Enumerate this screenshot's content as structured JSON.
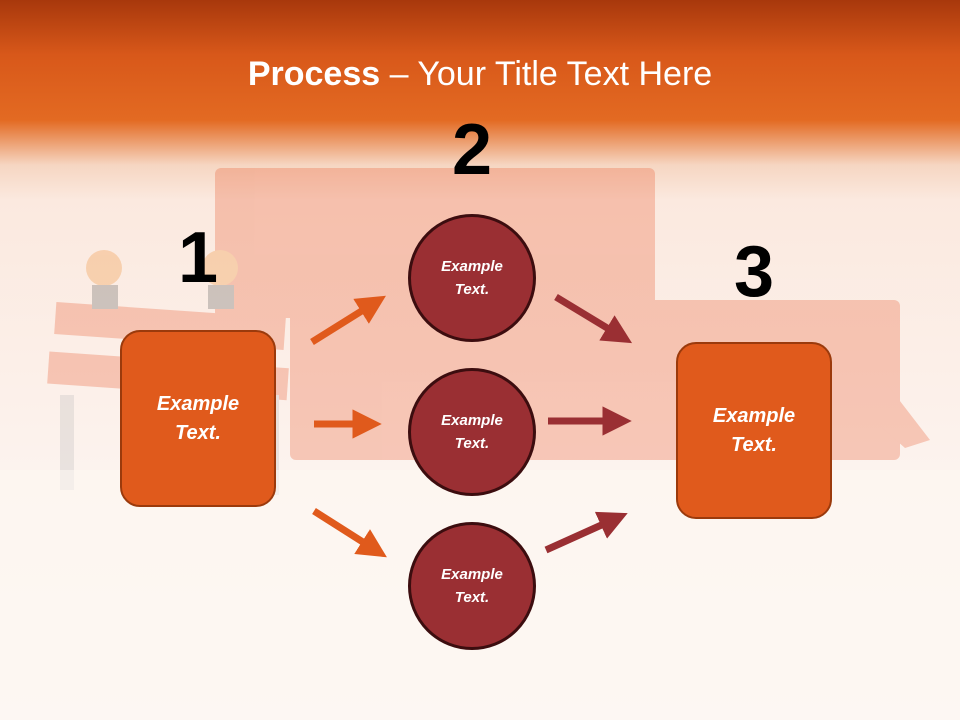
{
  "title": {
    "bold": "Process",
    "rest": " – Your Title Text Here"
  },
  "steps": [
    {
      "number": "1",
      "text": "Example Text."
    },
    {
      "number": "2",
      "text": "Example Text."
    },
    {
      "number": "3",
      "text": "Example Text."
    }
  ],
  "circles": [
    {
      "text": "Example Text."
    },
    {
      "text": "Example Text."
    },
    {
      "text": "Example Text."
    }
  ],
  "colors": {
    "header": "#d8581a",
    "box_fill": "#e05a1c",
    "circle_fill": "#9a2f33",
    "orange_arrow": "#e05a1c",
    "dark_arrow": "#9a2f33"
  }
}
